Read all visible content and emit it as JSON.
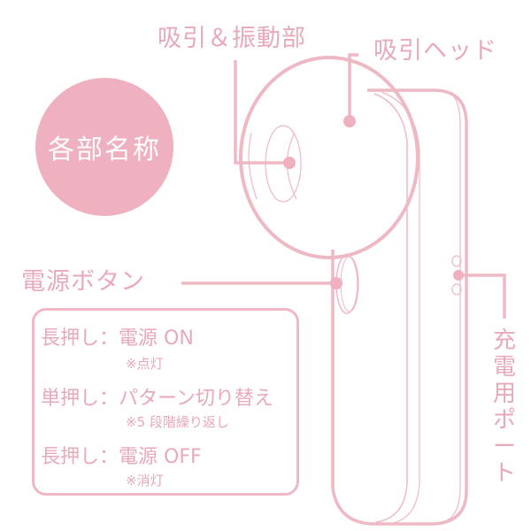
{
  "title_badge": {
    "text": "各部名称",
    "color": "#efb0bf"
  },
  "labels": {
    "suction_vibration": "吸引＆振動部",
    "suction_head": "吸引ヘッド",
    "power_button": "電源ボタン",
    "charging_port": [
      "充",
      "電",
      "用",
      "ポ",
      "ー",
      "ト"
    ]
  },
  "instructions": [
    {
      "action": "長押し：",
      "result": "電源 ON",
      "note": "※点灯"
    },
    {
      "action": "単押し：",
      "result": "パターン切り替え",
      "note": "※5 段階繰り返し"
    },
    {
      "action": "長押し：",
      "result": "電源 OFF",
      "note": "※消灯"
    }
  ],
  "colors": {
    "accent": "#e8a9b8",
    "line": "#efb8c5",
    "badge": "#efb0bf"
  }
}
